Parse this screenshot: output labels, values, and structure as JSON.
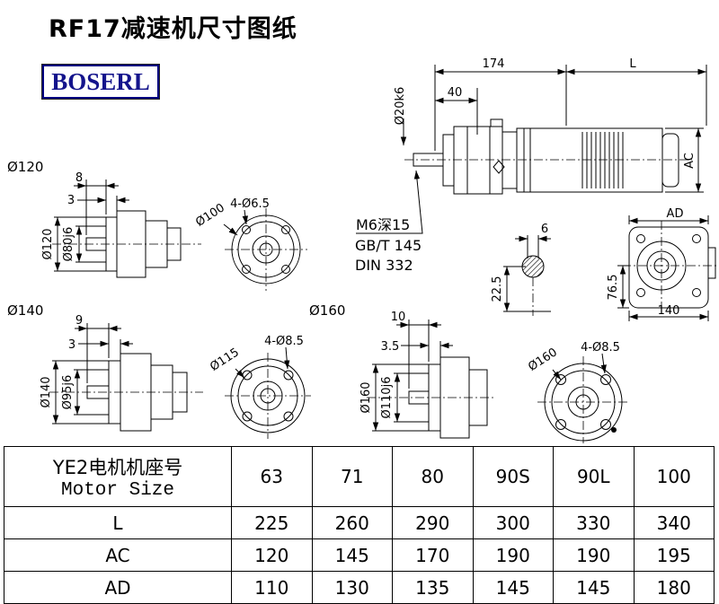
{
  "header": {
    "title": "RF17减速机尺寸图纸",
    "logo": "BOSERL"
  },
  "assembly": {
    "dim_length_gear": "174",
    "dim_length_motor": "L",
    "dim_40": "40",
    "dim_shaft_dia": "Ø20k6",
    "dim_ac": "AC"
  },
  "rear_view": {
    "dim_ad": "AD",
    "dim_76_5": "76.5",
    "dim_140": "140"
  },
  "notes": {
    "tap": "M6深15",
    "gb": "GB/T 145",
    "din": "DIN 332"
  },
  "key_section": {
    "dim_6": "6",
    "dim_22_5": "22.5"
  },
  "flange120": {
    "label": "Ø120",
    "dim_8": "8",
    "dim_3": "3",
    "dim_d120": "Ø120",
    "dim_d80": "Ø80j6",
    "holes": "4-Ø6.5",
    "bolt_circle": "Ø100"
  },
  "flange140": {
    "label": "Ø140",
    "dim_9": "9",
    "dim_3": "3",
    "dim_d140": "Ø140",
    "dim_d95": "Ø95j6",
    "holes": "4-Ø8.5",
    "bolt_circle": "Ø115"
  },
  "flange160": {
    "label": "Ø160",
    "dim_10": "10",
    "dim_3_5": "3.5",
    "dim_d160": "Ø160",
    "dim_d110": "Ø110j6",
    "holes": "4-Ø8.5",
    "bolt_circle": "Ø160"
  },
  "table": {
    "header_cn": "YE2电机机座号",
    "header_en": "Motor Size",
    "sizes": [
      "63",
      "71",
      "80",
      "90S",
      "90L",
      "100"
    ],
    "rows": [
      {
        "label": "L",
        "values": [
          "225",
          "260",
          "290",
          "300",
          "330",
          "340"
        ]
      },
      {
        "label": "AC",
        "values": [
          "120",
          "145",
          "170",
          "190",
          "190",
          "195"
        ]
      },
      {
        "label": "AD",
        "values": [
          "110",
          "130",
          "135",
          "145",
          "145",
          "180"
        ]
      }
    ]
  }
}
